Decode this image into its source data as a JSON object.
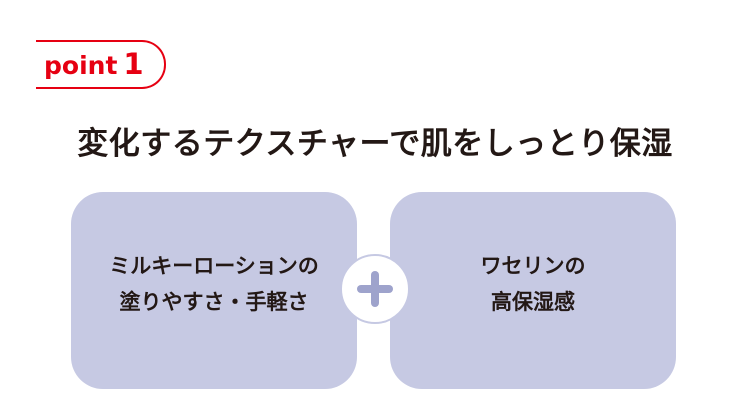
{
  "badge": {
    "label": "point",
    "number": "1",
    "color": "#e60012"
  },
  "title": "変化するテクスチャーで肌をしっとり保湿",
  "cards": [
    {
      "line1": "ミルキーローションの",
      "line2": "塗りやすさ・手軽さ"
    },
    {
      "line1": "ワセリンの",
      "line2": "高保湿感"
    }
  ],
  "connector": {
    "icon": "plus-icon"
  },
  "colors": {
    "card_bg": "#c6c9e3",
    "plus": "#9ea3cc",
    "text": "#231815"
  }
}
